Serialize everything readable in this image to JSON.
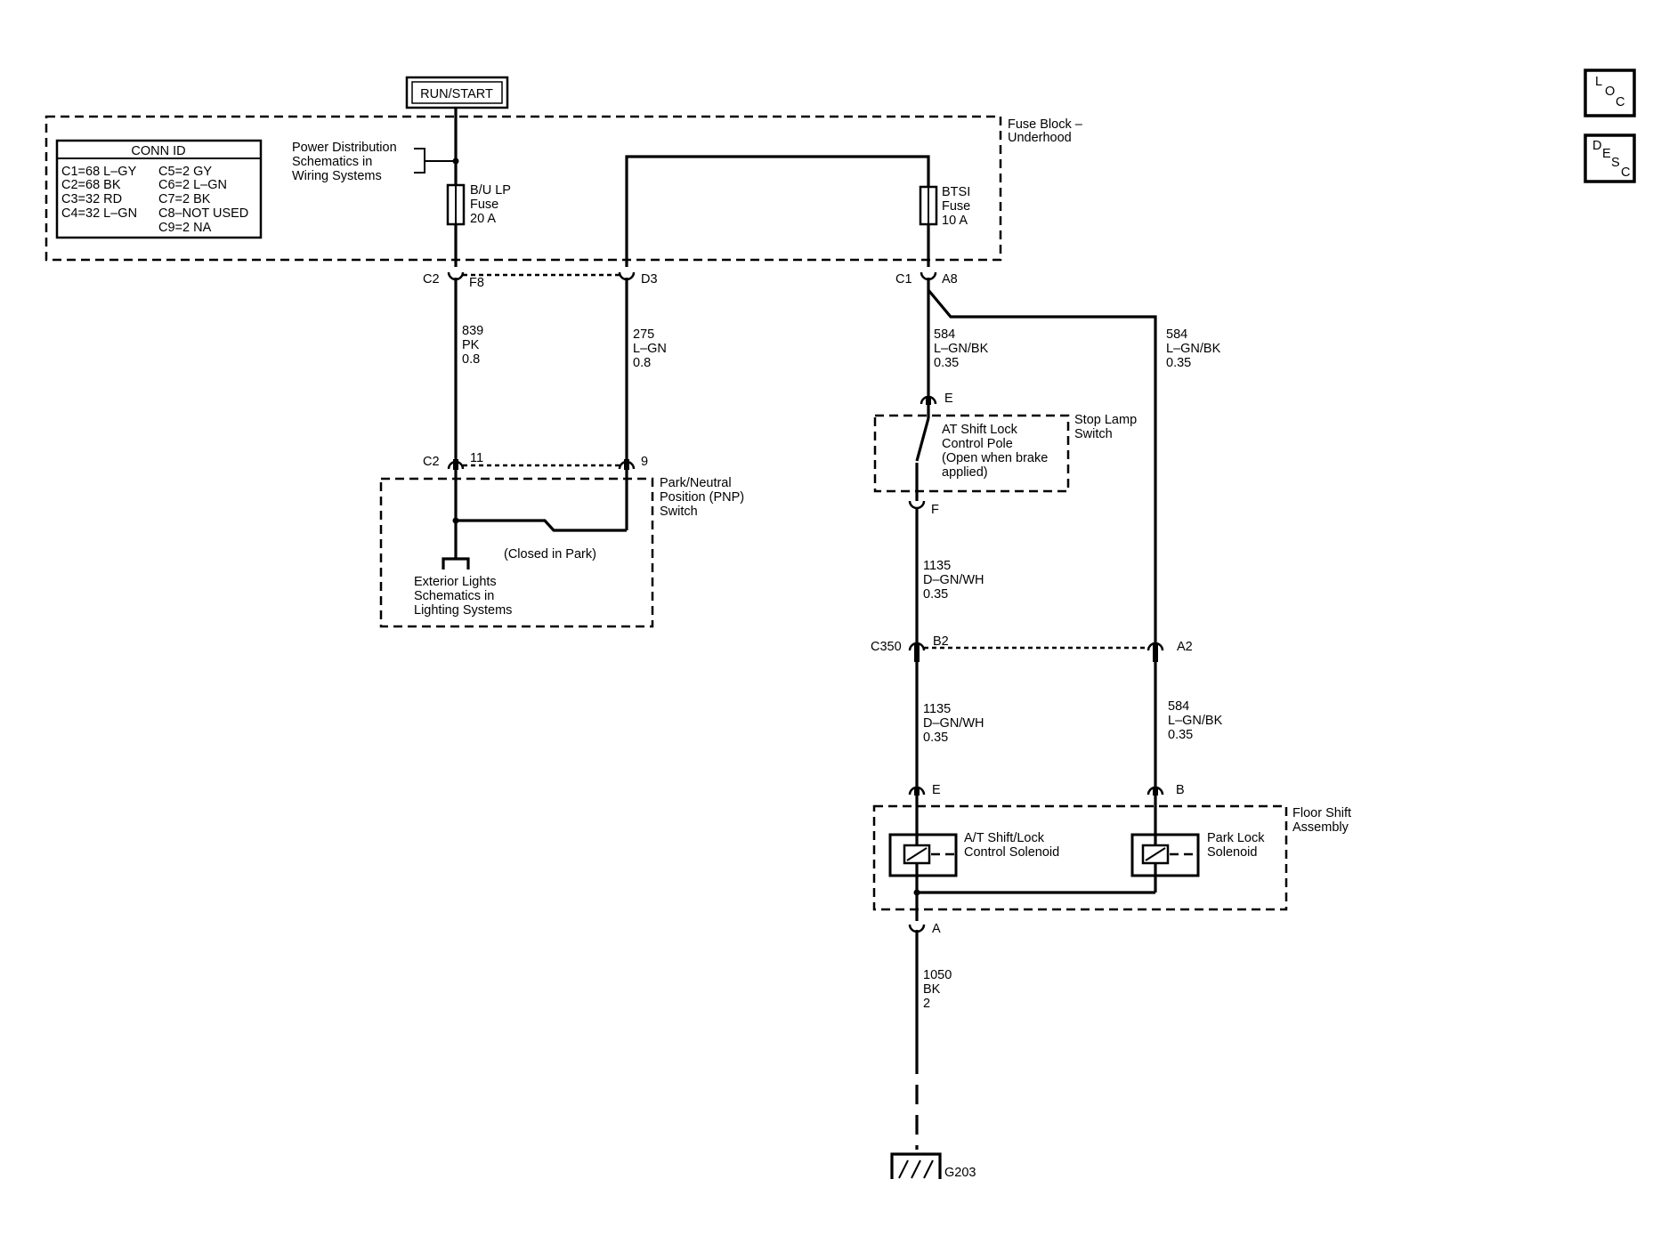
{
  "run_start": "RUN/START",
  "fuse_block": [
    "Fuse Block –",
    "Underhood"
  ],
  "conn_id": {
    "header": "CONN ID",
    "col1": [
      "C1=68 L–GY",
      "C2=68 BK",
      "C3=32 RD",
      "C4=32 L–GN"
    ],
    "col2": [
      "C5=2 GY",
      "C6=2 L–GN",
      "C7=2 BK",
      "C8–NOT USED",
      "C9=2 NA"
    ]
  },
  "power_dist": [
    "Power Distribution",
    "Schematics in",
    "Wiring Systems"
  ],
  "fuse_bulp": [
    "B/U LP",
    "Fuse",
    "20 A"
  ],
  "fuse_btsi": [
    "BTSI",
    "Fuse",
    "10 A"
  ],
  "conn_c2_top": {
    "name": "C2",
    "pin_f8": "F8",
    "pin_d3": "D3"
  },
  "conn_c1_top": {
    "name": "C1",
    "pin_a8": "A8"
  },
  "wire_839": [
    "839",
    "PK",
    "0.8"
  ],
  "wire_275": [
    "275",
    "L–GN",
    "0.8"
  ],
  "wire_584_left": [
    "584",
    "L–GN/BK",
    "0.35"
  ],
  "wire_584_right": [
    "584",
    "L–GN/BK",
    "0.35"
  ],
  "conn_c2_pnp": {
    "name": "C2",
    "pin_11": "11",
    "pin_9": "9"
  },
  "pnp_switch": [
    "Park/Neutral",
    "Position (PNP)",
    "Switch"
  ],
  "closed_in_park": "(Closed in Park)",
  "exterior_lights": [
    "Exterior Lights",
    "Schematics in",
    "Lighting Systems"
  ],
  "stop_lamp": {
    "pin_e": "E",
    "pin_f": "F",
    "title": [
      "Stop Lamp",
      "Switch"
    ],
    "pole": [
      "AT Shift Lock",
      "Control Pole",
      "(Open when brake",
      "applied)"
    ]
  },
  "wire_1135_upper": [
    "1135",
    "D–GN/WH",
    "0.35"
  ],
  "wire_1135_lower": [
    "1135",
    "D–GN/WH",
    "0.35"
  ],
  "wire_584_lower": [
    "584",
    "L–GN/BK",
    "0.35"
  ],
  "conn_c350": {
    "name": "C350",
    "pin_b2": "B2",
    "pin_a2": "A2"
  },
  "floor_shift": {
    "title": [
      "Floor Shift",
      "Assembly"
    ],
    "pin_e": "E",
    "pin_b": "B",
    "pin_a": "A",
    "solenoid1": [
      "A/T Shift/Lock",
      "Control Solenoid"
    ],
    "solenoid2": [
      "Park Lock",
      "Solenoid"
    ]
  },
  "wire_1050": [
    "1050",
    "BK",
    "2"
  ],
  "ground": "G203",
  "nav_loc": {
    "letters": [
      "L",
      "O",
      "C"
    ],
    "icon": "loc-icon"
  },
  "nav_desc": {
    "letters": [
      "D",
      "E",
      "S",
      "C"
    ],
    "icon": "desc-icon"
  }
}
